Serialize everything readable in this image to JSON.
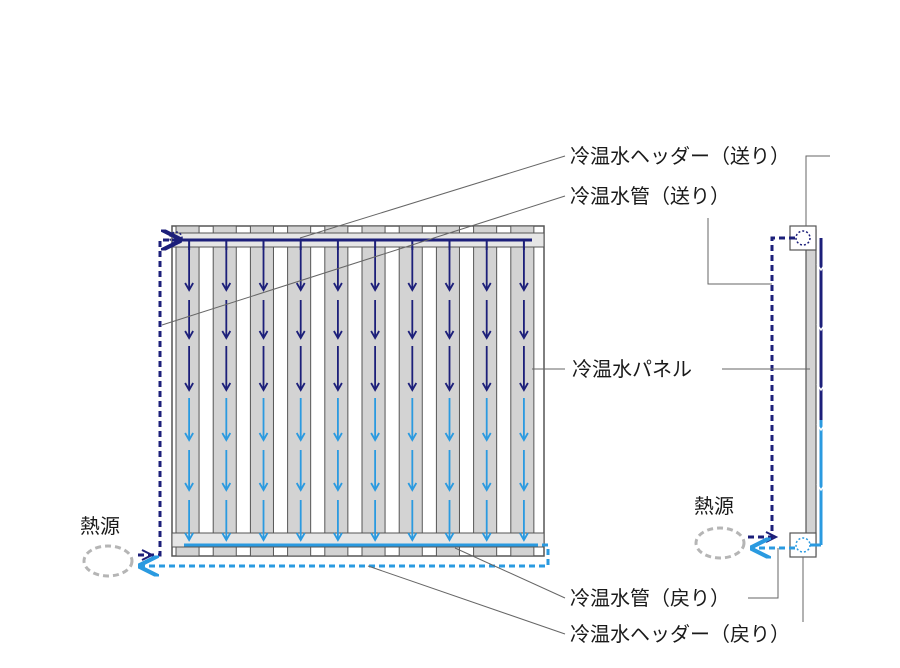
{
  "labels": {
    "supply_header": "冷温水ヘッダー（送り）",
    "supply_pipe": "冷温水管（送り）",
    "panel": "冷温水パネル",
    "return_pipe": "冷温水管（戻り）",
    "return_header": "冷温水ヘッダー（戻り）",
    "heat_source_front": "熱源",
    "heat_source_side": "熱源"
  },
  "colors": {
    "supply": "#1c1f7a",
    "return": "#2a9ae0",
    "panel": "#d3d3d3",
    "panel_stroke": "#555555",
    "heat_source": "#b5b5b5",
    "leader": "#666666"
  },
  "panel_strip_count": 10,
  "icons": {
    "supply_flow": "arrow-down-icon",
    "return_flow": "arrow-down-icon",
    "heat_source": "dashed-ellipse-icon"
  }
}
